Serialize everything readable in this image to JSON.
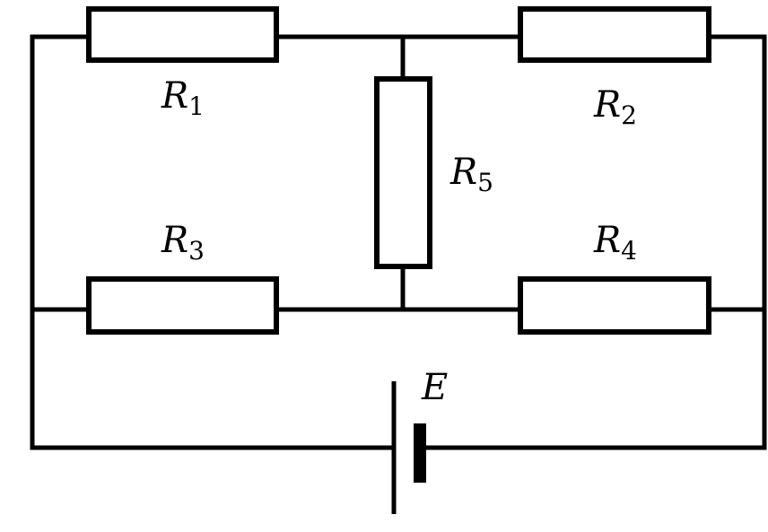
{
  "components": {
    "r1": {
      "symbol": "R",
      "subscript": "1"
    },
    "r2": {
      "symbol": "R",
      "subscript": "2"
    },
    "r3": {
      "symbol": "R",
      "subscript": "3"
    },
    "r4": {
      "symbol": "R",
      "subscript": "4"
    },
    "r5": {
      "symbol": "R",
      "subscript": "5"
    },
    "battery": {
      "symbol": "E"
    }
  }
}
